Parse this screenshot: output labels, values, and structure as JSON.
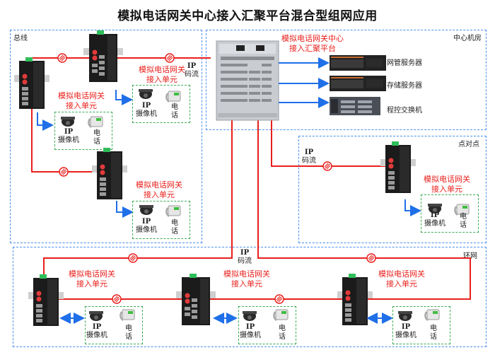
{
  "title": "模拟电话网关中心接入汇聚平台混合型组网应用",
  "colors": {
    "link_red": "#e8201c",
    "arrow_blue": "#1f6fe8",
    "zone_border": "#4a8ff0",
    "terminal_border": "#3daa55"
  },
  "zones": {
    "bus": "总线",
    "center": "中心机房",
    "p2p": "点对点",
    "ring": "环网"
  },
  "center": {
    "platform_label_line1": "模拟电话网关中心",
    "platform_label_line2": "接入汇聚平台",
    "servers": [
      {
        "label": "网管服务器",
        "icon": "rack-server-icon"
      },
      {
        "label": "存储服务器",
        "icon": "rack-server-icon"
      },
      {
        "label": "程控交换机",
        "icon": "pbx-switch-icon"
      }
    ]
  },
  "ip_stream": {
    "line1": "IP",
    "line2": "码流"
  },
  "unit_label": {
    "line1": "模拟电话网关",
    "line2": "接入单元"
  },
  "terminal": {
    "camera_line1": "IP",
    "camera_line2": "摄像机",
    "phone_line1": "电",
    "phone_line2": "话"
  },
  "icons": {
    "link": "fiber-link-icon",
    "gateway": "industrial-gateway-icon",
    "camera": "dome-camera-icon",
    "phone": "telephone-icon",
    "chassis": "aggregation-chassis-icon"
  }
}
